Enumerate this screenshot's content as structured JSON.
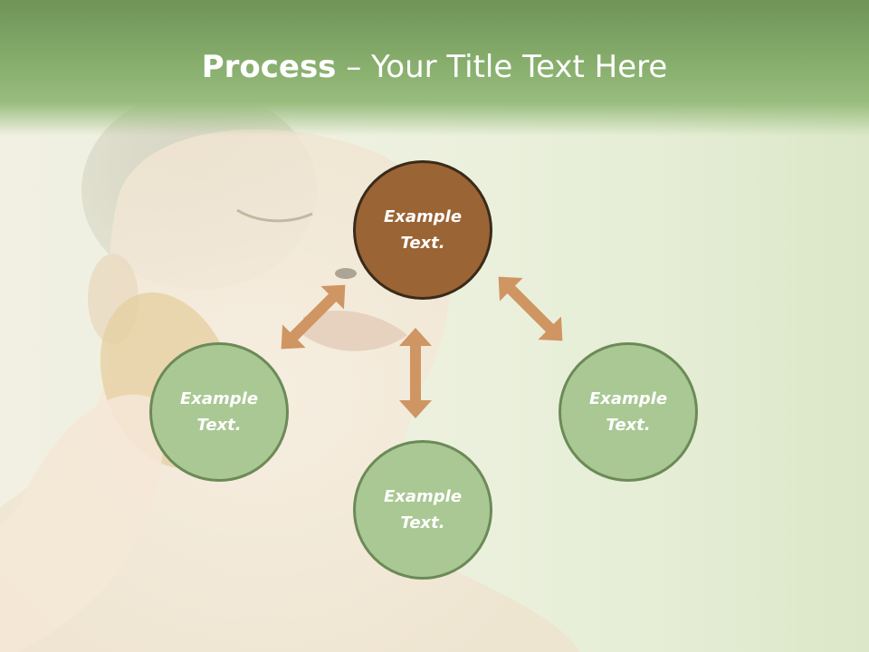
{
  "slide": {
    "title_bold": "Process",
    "title_rest": " – Your Title Text Here"
  },
  "nodes": [
    {
      "label": "Example Text.",
      "role": "primary",
      "color": "#9a6434"
    },
    {
      "label": "Example Text.",
      "role": "left",
      "color": "#a9c893"
    },
    {
      "label": "Example Text.",
      "role": "bottom",
      "color": "#a9c893"
    },
    {
      "label": "Example Text.",
      "role": "right",
      "color": "#a9c893"
    }
  ],
  "colors": {
    "header": "#86ad6c",
    "arrow": "#cf9562",
    "node_border": "#6c8a58",
    "primary_border": "#3a2a1a"
  },
  "icons": [
    "double-arrow-icon"
  ]
}
